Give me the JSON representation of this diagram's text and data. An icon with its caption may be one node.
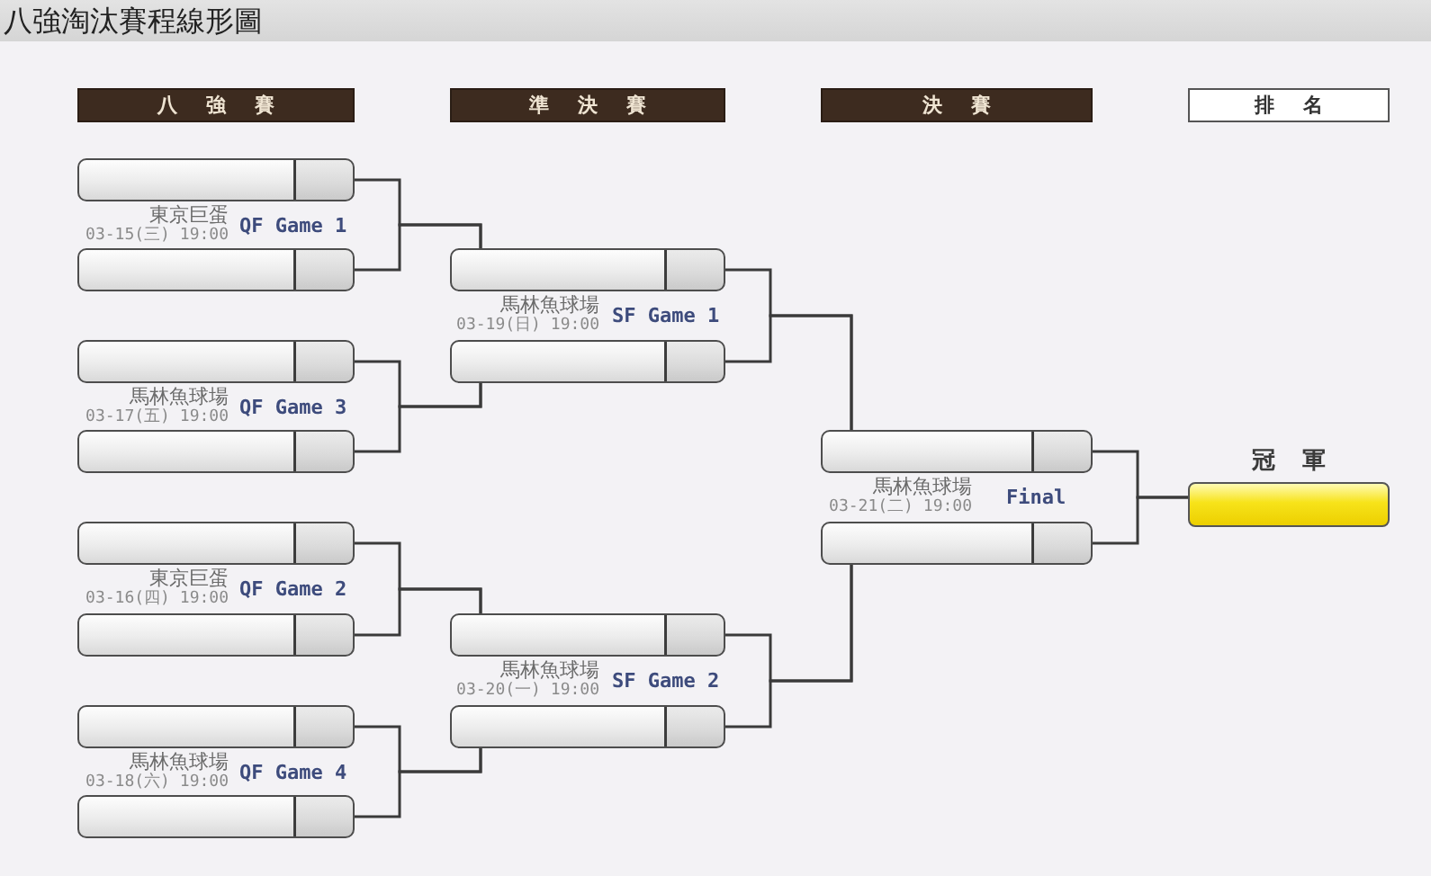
{
  "diagram": {
    "title": "八強淘汰賽程線形圖",
    "nodes": [
      {
        "text": [
          "八強賽"
        ]
      },
      {
        "text": [
          "準決賽"
        ]
      },
      {
        "text": [
          "決賽"
        ]
      },
      {
        "text": [
          "排名"
        ]
      },
      {
        "text": [],
        "shape": "box"
      },
      {
        "text": [],
        "shape": "box"
      },
      {
        "text": [],
        "shape": "box"
      },
      {
        "text": [],
        "shape": "box"
      },
      {
        "text": [],
        "shape": "box"
      },
      {
        "text": [],
        "shape": "box"
      },
      {
        "text": [],
        "shape": "box"
      },
      {
        "text": [],
        "shape": "box"
      },
      {
        "text": [],
        "shape": "box"
      },
      {
        "text": [],
        "shape": "box"
      },
      {
        "text": [],
        "shape": "box"
      },
      {
        "text": [],
        "shape": "box"
      },
      {
        "text": [],
        "shape": "box"
      },
      {
        "text": [],
        "shape": "box"
      },
      {
        "text": [
          "冠軍"
        ]
      }
    ],
    "edges": [
      {
        "from": 4,
        "to": 12,
        "arrow": "none"
      },
      {
        "from": 5,
        "to": 12,
        "arrow": "none"
      },
      {
        "from": 6,
        "to": 13,
        "arrow": "none"
      },
      {
        "from": 7,
        "to": 13,
        "arrow": "none"
      },
      {
        "from": 8,
        "to": 14,
        "arrow": "none"
      },
      {
        "from": 9,
        "to": 14,
        "arrow": "none"
      },
      {
        "from": 10,
        "to": 15,
        "arrow": "none"
      },
      {
        "from": 11,
        "to": 15,
        "arrow": "none"
      },
      {
        "from": 12,
        "to": 16,
        "arrow": "none"
      },
      {
        "from": 13,
        "to": 16,
        "arrow": "none"
      },
      {
        "from": 14,
        "to": 17,
        "arrow": "none"
      },
      {
        "from": 15,
        "to": 17,
        "arrow": "none"
      },
      {
        "from": 16,
        "to": 18,
        "arrow": "none"
      },
      {
        "from": 17,
        "to": 18,
        "arrow": "none"
      }
    ],
    "labels": [
      "東京巨蛋",
      "03-15(三) 19:00",
      "QF Game 1",
      "馬林魚球場",
      "03-17(五) 19:00",
      "QF Game 3",
      "東京巨蛋",
      "03-16(四) 19:00",
      "QF Game 2",
      "馬林魚球場",
      "03-18(六) 19:00",
      "QF Game 4",
      "馬林魚球場",
      "03-19(日) 19:00",
      "SF Game 1",
      "馬林魚球場",
      "03-20(一) 19:00",
      "SF Game 2",
      "馬林魚球場",
      "03-21(二) 19:00",
      "Final"
    ]
  }
}
